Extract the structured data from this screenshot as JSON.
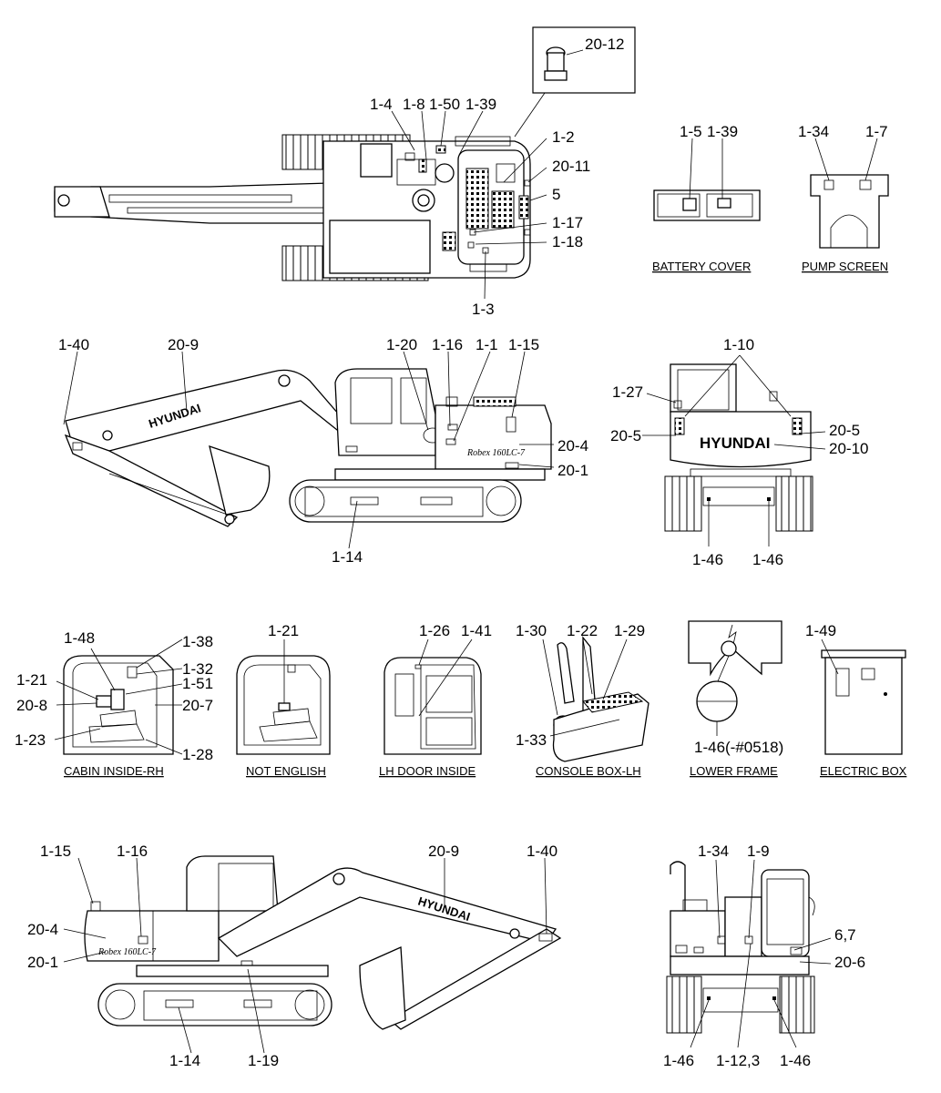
{
  "views": {
    "top": {
      "labels": [
        "20-12",
        "1-4",
        "1-8",
        "1-50",
        "1-39",
        "1-2",
        "20-11",
        "5",
        "1-17",
        "1-18",
        "1-3"
      ]
    },
    "battery_cover": {
      "caption": "BATTERY COVER",
      "labels": [
        "1-5",
        "1-39"
      ]
    },
    "pump_screen": {
      "caption": "PUMP SCREEN",
      "labels": [
        "1-34",
        "1-7"
      ]
    },
    "side_rh": {
      "labels": [
        "1-40",
        "20-9",
        "1-20",
        "1-16",
        "1-1",
        "1-15",
        "20-4",
        "20-1",
        "1-14"
      ],
      "brand": "HYUNDAI",
      "model": "Robex 160LC-7"
    },
    "rear": {
      "labels": [
        "1-10",
        "1-27",
        "20-5",
        "20-5",
        "20-10",
        "1-46",
        "1-46"
      ],
      "brand": "HYUNDAI"
    },
    "cabin_inside_rh": {
      "caption": "CABIN INSIDE-RH",
      "labels": [
        "1-48",
        "1-38",
        "1-32",
        "1-21",
        "1-51",
        "20-8",
        "20-7",
        "1-23",
        "1-28"
      ]
    },
    "not_english": {
      "caption": "NOT ENGLISH",
      "labels": [
        "1-21"
      ]
    },
    "lh_door_inside": {
      "caption": "LH DOOR INSIDE",
      "labels": [
        "1-26",
        "1-41"
      ]
    },
    "console_box_lh": {
      "caption": "CONSOLE BOX-LH",
      "labels": [
        "1-30",
        "1-22",
        "1-29",
        "1-33"
      ]
    },
    "lower_frame": {
      "caption": "LOWER FRAME",
      "labels": [
        "1-46(-#0518)"
      ]
    },
    "electric_box": {
      "caption": "ELECTRIC BOX",
      "labels": [
        "1-49"
      ]
    },
    "side_lh": {
      "labels": [
        "1-15",
        "1-16",
        "20-9",
        "1-40",
        "20-4",
        "20-1",
        "1-14",
        "1-19"
      ],
      "brand": "HYUNDAI",
      "model": "Robex 160LC-7"
    },
    "front": {
      "labels": [
        "1-34",
        "1-9",
        "6,7",
        "20-6",
        "1-46",
        "1-12,3",
        "1-46"
      ]
    }
  }
}
